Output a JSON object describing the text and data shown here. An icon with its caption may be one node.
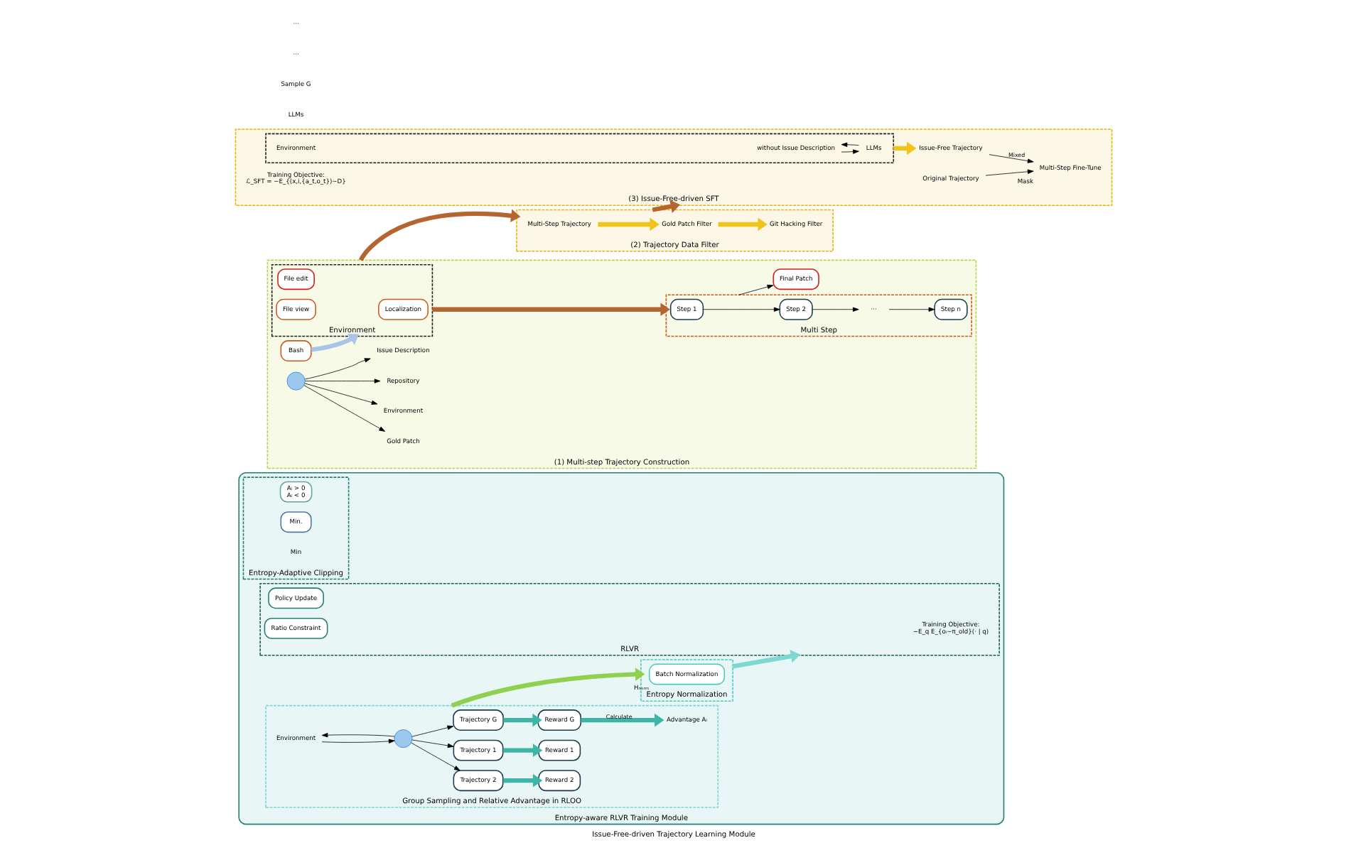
{
  "diagram": {
    "caption": "Issue-Free-driven Trajectory Learning Module",
    "nodes": [
      {
        "text": [
          "(1) Multi-step Trajectory Construction"
        ]
      },
      {
        "text": [],
        "shape": "circle",
        "in": 0
      },
      {
        "text": [
          "Issue Description"
        ],
        "in": 0
      },
      {
        "text": [
          "Repository"
        ],
        "in": 0
      },
      {
        "text": [
          "Environment"
        ],
        "in": 0
      },
      {
        "text": [
          "Gold Patch"
        ],
        "in": 0
      },
      {
        "text": [
          "Bash"
        ],
        "in": 0
      },
      {
        "text": [
          "Environment"
        ],
        "in": 0
      },
      {
        "text": [
          "Localization"
        ],
        "in": 7
      },
      {
        "text": [
          "File view"
        ],
        "in": 7
      },
      {
        "text": [
          "File edit"
        ],
        "in": 7
      },
      {
        "text": [
          "Multi Step"
        ],
        "in": 0
      },
      {
        "text": [
          "Step 1"
        ],
        "in": 11
      },
      {
        "text": [
          "Step 2"
        ],
        "in": 11
      },
      {
        "text": [
          "···"
        ],
        "in": 11
      },
      {
        "text": [
          "Step n"
        ],
        "in": 11
      },
      {
        "text": [
          "Final Patch"
        ],
        "in": 0
      },
      {
        "text": [
          "(2) Trajectory Data Filter"
        ]
      },
      {
        "text": [
          "Multi-Step Trajectory"
        ],
        "in": 17
      },
      {
        "text": [
          "Gold Patch Filter"
        ],
        "in": 17
      },
      {
        "text": [
          "Git Hacking Filter"
        ],
        "in": 17
      },
      {
        "text": [
          "(3) Issue-Free-driven SFT"
        ]
      },
      {
        "text": [],
        "shape": "box",
        "in": 21
      },
      {
        "text": [
          "LLMs"
        ],
        "in": 22
      },
      {
        "text": [
          "without Issue Description"
        ],
        "in": 22
      },
      {
        "text": [
          "Environment"
        ],
        "in": 22
      },
      {
        "text": [
          "Issue-Free Trajectory"
        ],
        "in": 21
      },
      {
        "text": [
          "Original Trajectory"
        ],
        "in": 21
      },
      {
        "text": [
          "Multi-Step Fine-Tune"
        ],
        "beside": [
          "Mask"
        ],
        "in": 21
      },
      {
        "text": [
          "Training Objective:",
          "ℒ_SFT = −E_{(x,i,{a_t,o_t})∼D}"
        ],
        "in": 21
      },
      {
        "text": [
          "Entropy-aware RLVR Training Module"
        ]
      },
      {
        "text": [
          "Group Sampling and Relative Advantage in RLOO"
        ],
        "in": 30
      },
      {
        "text": [],
        "shape": "circle",
        "in": 31
      },
      {
        "text": [
          "Environment"
        ],
        "in": 31
      },
      {
        "text": [
          "Trajectory 1"
        ],
        "in": 31
      },
      {
        "text": [
          "Trajectory 2"
        ],
        "in": 31
      },
      {
        "text": [
          "Trajectory G"
        ],
        "in": 31
      },
      {
        "text": [
          "Reward 1"
        ],
        "in": 31
      },
      {
        "text": [
          "Reward 2"
        ],
        "in": 31
      },
      {
        "text": [
          "Reward G"
        ],
        "in": 31
      },
      {
        "text": [
          "Advantage Aᵢ"
        ],
        "in": 31
      },
      {
        "text": [
          "Entropy Normalization"
        ],
        "in": 30
      },
      {
        "text": [
          "Batch Normalization"
        ],
        "beside": [
          "Hₙₒᵣₘ"
        ],
        "in": 41
      },
      {
        "text": [
          "Entropy-Adaptive Clipping"
        ],
        "in": 30
      },
      {
        "text": [
          "Min"
        ],
        "in": 43
      },
      {
        "text": [
          "Min."
        ],
        "in": 43
      },
      {
        "text": [
          "Aᵢ > 0",
          "Aᵢ < 0"
        ],
        "in": 43
      },
      {
        "text": [
          "RLVR"
        ],
        "in": 30
      },
      {
        "text": [
          "Training Objective:",
          "−E_q E_{oᵢ∼π_old}(· | q)"
        ],
        "in": 47
      },
      {
        "text": [
          "Ratio Constraint"
        ],
        "in": 47
      },
      {
        "text": [
          "Policy Update"
        ],
        "in": 47
      }
    ],
    "edges": [
      {
        "from": 1,
        "to": 2,
        "arrow": "to"
      },
      {
        "from": 1,
        "to": 3,
        "arrow": "to"
      },
      {
        "from": 1,
        "to": 4,
        "arrow": "to"
      },
      {
        "from": 1,
        "to": 5,
        "arrow": "to"
      },
      {
        "from": 6,
        "to": 7,
        "arrow": "to",
        "style": "thick",
        "color": "#a9c4e8"
      },
      {
        "from": 7,
        "to": 11,
        "arrow": "to",
        "style": "thick",
        "color": "#b5652f"
      },
      {
        "from": 12,
        "to": 13,
        "arrow": "to"
      },
      {
        "from": 13,
        "to": 14,
        "arrow": "to"
      },
      {
        "from": 14,
        "to": 15,
        "arrow": "to"
      },
      {
        "from": 11,
        "to": 16,
        "arrow": "to"
      },
      {
        "from": 0,
        "to": 17,
        "arrow": "to",
        "style": "thick",
        "color": "#b5652f"
      },
      {
        "from": 18,
        "to": 19,
        "arrow": "to",
        "style": "thick",
        "color": "#f2c31a"
      },
      {
        "from": 19,
        "to": 20,
        "arrow": "to",
        "style": "thick",
        "color": "#f2c31a"
      },
      {
        "from": 17,
        "to": 21,
        "arrow": "to",
        "style": "thick",
        "color": "#b5652f"
      },
      {
        "from": 24,
        "to": 23,
        "arrow": "to"
      },
      {
        "from": 23,
        "to": 24,
        "arrow": "to"
      },
      {
        "from": 22,
        "to": 26,
        "arrow": "to",
        "style": "thick",
        "color": "#f2c31a"
      },
      {
        "from": 27,
        "to": 28,
        "arrow": "to"
      },
      {
        "from": 26,
        "to": 28,
        "arrow": "to",
        "label": "Mixed"
      },
      {
        "from": 32,
        "to": 33,
        "arrow": "to"
      },
      {
        "from": 33,
        "to": 32,
        "arrow": "to"
      },
      {
        "from": 32,
        "to": 34,
        "arrow": "to"
      },
      {
        "from": 32,
        "to": 35,
        "arrow": "to"
      },
      {
        "from": 32,
        "to": 36,
        "arrow": "to"
      },
      {
        "from": 34,
        "to": 37,
        "arrow": "to",
        "style": "thick",
        "color": "#3fb5a8"
      },
      {
        "from": 35,
        "to": 38,
        "arrow": "to",
        "style": "thick",
        "color": "#3fb5a8"
      },
      {
        "from": 36,
        "to": 39,
        "arrow": "to",
        "style": "thick",
        "color": "#3fb5a8"
      },
      {
        "from": 39,
        "to": 40,
        "arrow": "to",
        "label": "Calculate",
        "style": "thick",
        "color": "#3fb5a8"
      },
      {
        "from": 31,
        "to": 41,
        "arrow": "to",
        "style": "thick",
        "color": "#8fd14f"
      },
      {
        "from": 41,
        "to": 47,
        "arrow": "to",
        "style": "thick",
        "color": "#7fd8d0"
      }
    ],
    "labels": [
      "LLMs",
      "Sample G",
      "···",
      "···"
    ]
  }
}
